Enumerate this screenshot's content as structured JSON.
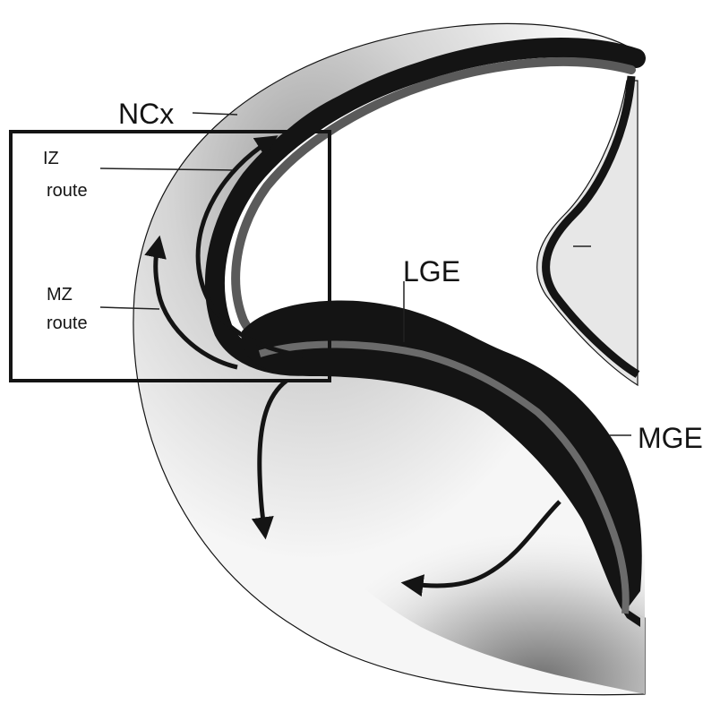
{
  "labels": {
    "ncx": "NCx",
    "lge": "LGE",
    "mge": "MGE",
    "iz_route_line1": "IZ",
    "iz_route_line2": "route",
    "mz_route_line1": "MZ",
    "mz_route_line2": "route"
  },
  "colors": {
    "ventricular_zone": "#141414",
    "subventricular_zone": "#5a5a5a",
    "cortex_shade": "#b8b8b8",
    "background": "#ffffff"
  },
  "icons": {
    "migration_arrows": "curved-arrow"
  }
}
